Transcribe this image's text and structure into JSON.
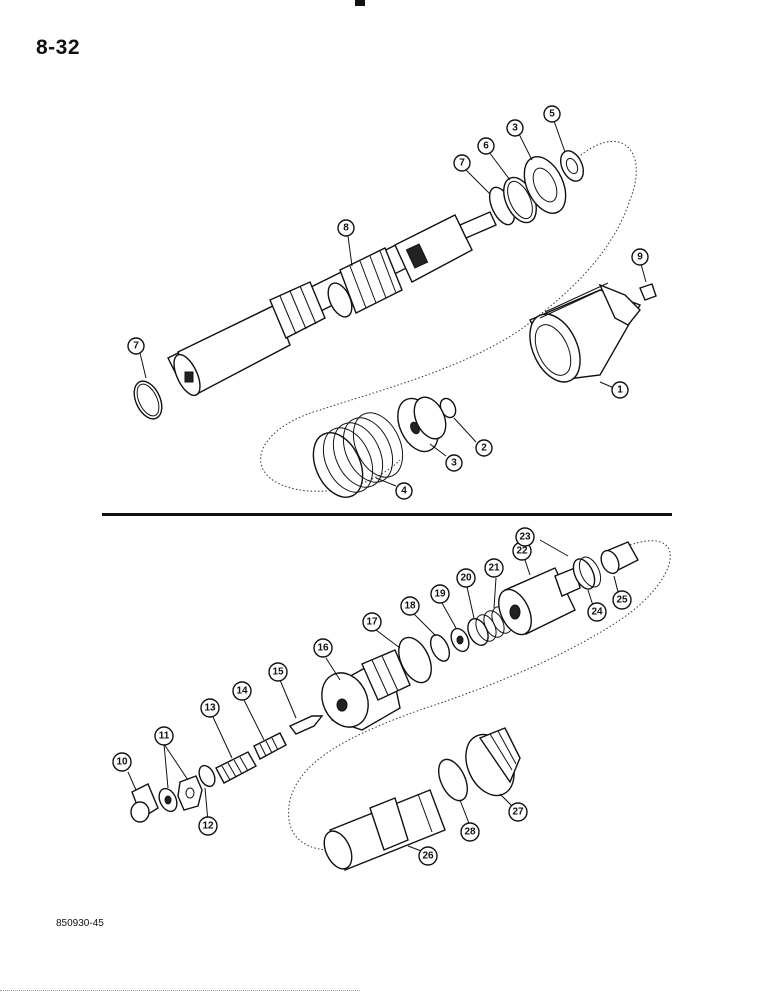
{
  "page": {
    "page_number": "8-32",
    "figure_code": "850930-45"
  },
  "upper_assembly": {
    "callouts": [
      "1",
      "2",
      "3",
      "3",
      "4",
      "5",
      "6",
      "7",
      "7",
      "8",
      "9"
    ]
  },
  "lower_assembly": {
    "callouts": [
      "10",
      "11",
      "12",
      "13",
      "14",
      "15",
      "16",
      "17",
      "18",
      "19",
      "20",
      "21",
      "22",
      "23",
      "24",
      "25",
      "26",
      "27",
      "28"
    ]
  }
}
